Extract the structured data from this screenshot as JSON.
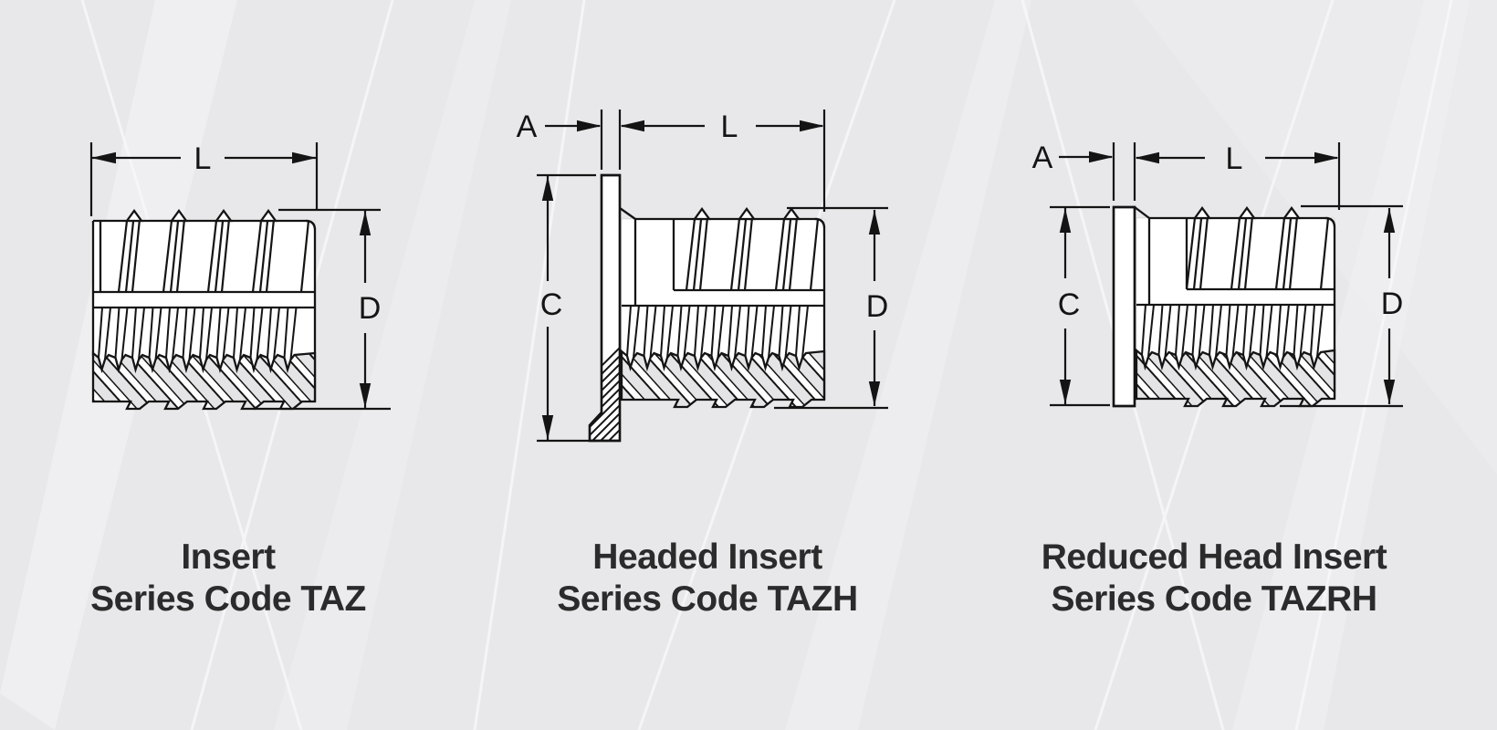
{
  "colors": {
    "background": "#e8e8ea",
    "line": "#141414",
    "caption_text": "#2b2b2c",
    "body_fill": "#ffffff",
    "stripe_fill": "#e4e4e6"
  },
  "figures": [
    {
      "series_code": "TAZ",
      "caption": [
        "Insert",
        "Series Code TAZ"
      ],
      "dims": {
        "L": "L",
        "D": "D"
      }
    },
    {
      "series_code": "TAZH",
      "caption": [
        "Headed Insert",
        "Series Code TAZH"
      ],
      "dims": {
        "A": "A",
        "L": "L",
        "C": "C",
        "D": "D"
      }
    },
    {
      "series_code": "TAZRH",
      "caption": [
        "Reduced Head Insert",
        "Series Code TAZRH"
      ],
      "dims": {
        "A": "A",
        "L": "L",
        "C": "C",
        "D": "D"
      }
    }
  ]
}
